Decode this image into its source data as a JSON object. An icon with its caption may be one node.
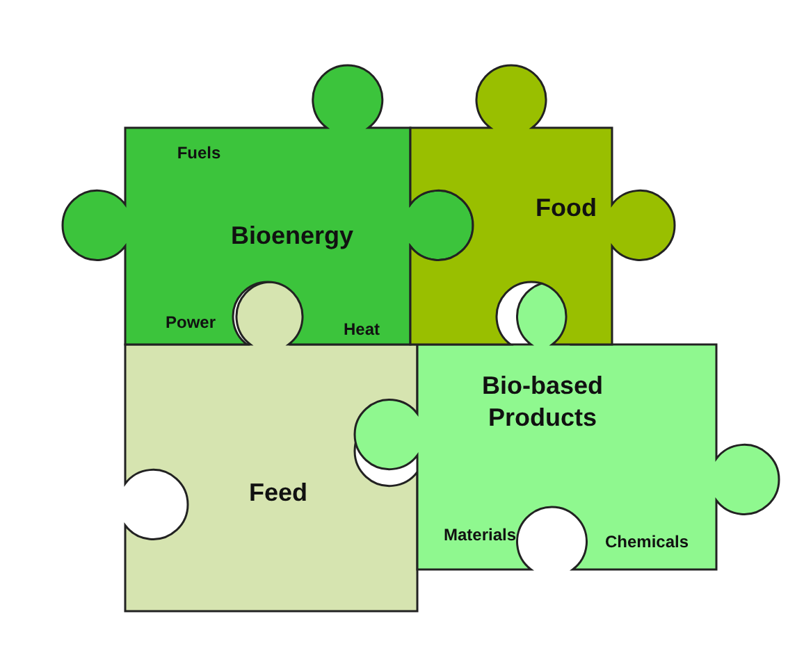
{
  "diagram": {
    "nodes": [
      {
        "text": [
          "Bioenergy",
          "Fuels",
          "Power",
          "Heat"
        ]
      },
      {
        "text": [
          "Food"
        ]
      },
      {
        "text": [
          "Feed"
        ]
      },
      {
        "text": [
          "Bio-based Products",
          "Materials",
          "Chemicals"
        ]
      }
    ]
  }
}
